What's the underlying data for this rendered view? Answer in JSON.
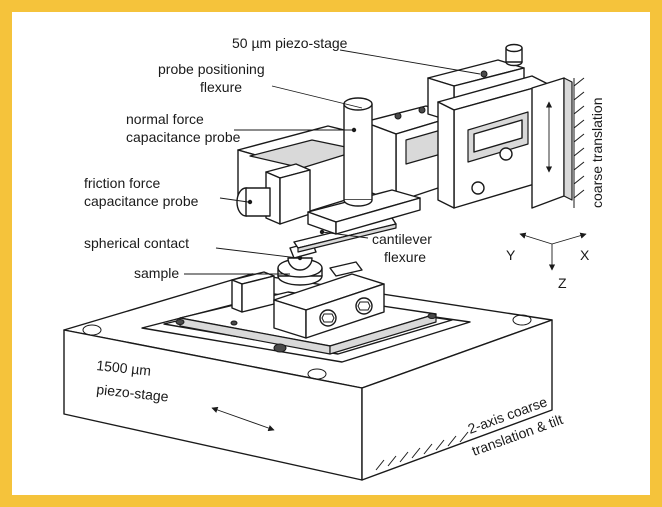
{
  "labels": {
    "piezo_50": "50 µm piezo-stage",
    "probe_flexure_line1": "probe positioning",
    "probe_flexure_line2": "flexure",
    "normal_probe_line1": "normal force",
    "normal_probe_line2": "capacitance probe",
    "friction_probe_line1": "friction force",
    "friction_probe_line2": "capacitance probe",
    "spherical_contact": "spherical contact",
    "sample": "sample",
    "cantilever_line1": "cantilever",
    "cantilever_line2": "flexure",
    "coarse_translation": "coarse translation",
    "piezo_1500_line1": "1500 µm",
    "piezo_1500_line2": "piezo-stage",
    "coarse_tilt_line1": "2-axis coarse",
    "coarse_tilt_line2": "translation & tilt"
  },
  "axes": {
    "x": "X",
    "y": "Y",
    "z": "Z"
  },
  "colors": {
    "frame": "#f5c33b",
    "panel": "#ffffff",
    "ink": "#1a1a1a"
  }
}
